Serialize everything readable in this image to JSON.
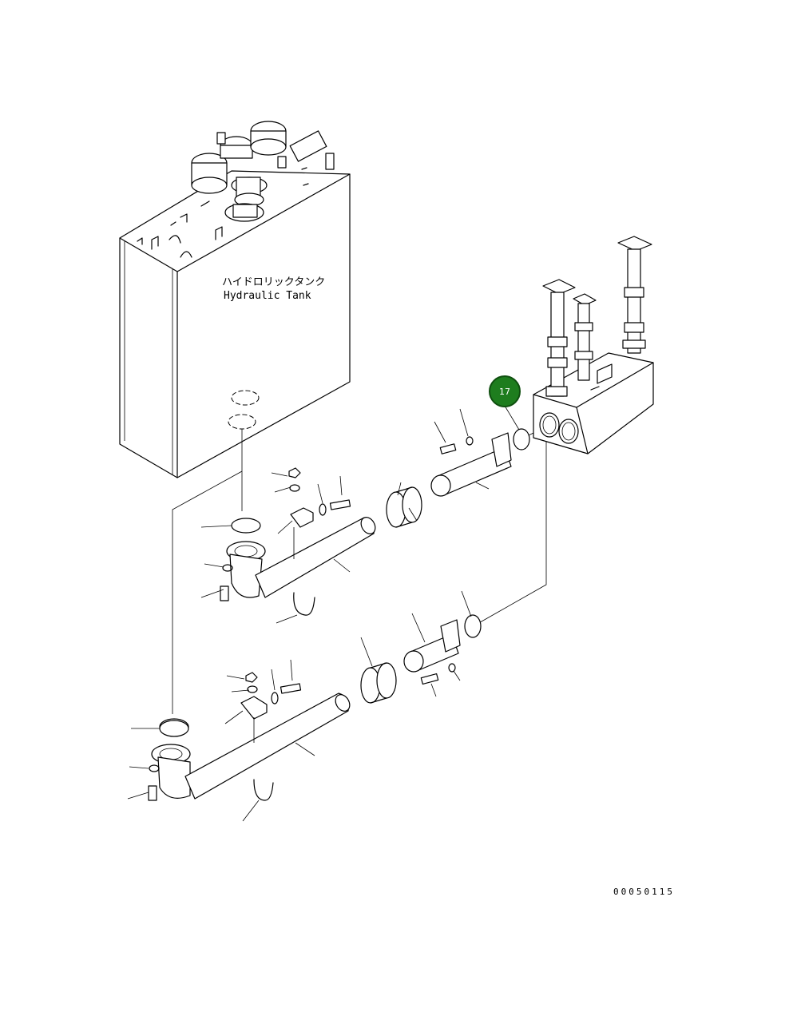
{
  "tank": {
    "label_jp": "ハイドロリックタンク",
    "label_en": "Hydraulic Tank"
  },
  "callout": {
    "number": "17",
    "color": "#1e7d1e"
  },
  "document_number": "00050115"
}
